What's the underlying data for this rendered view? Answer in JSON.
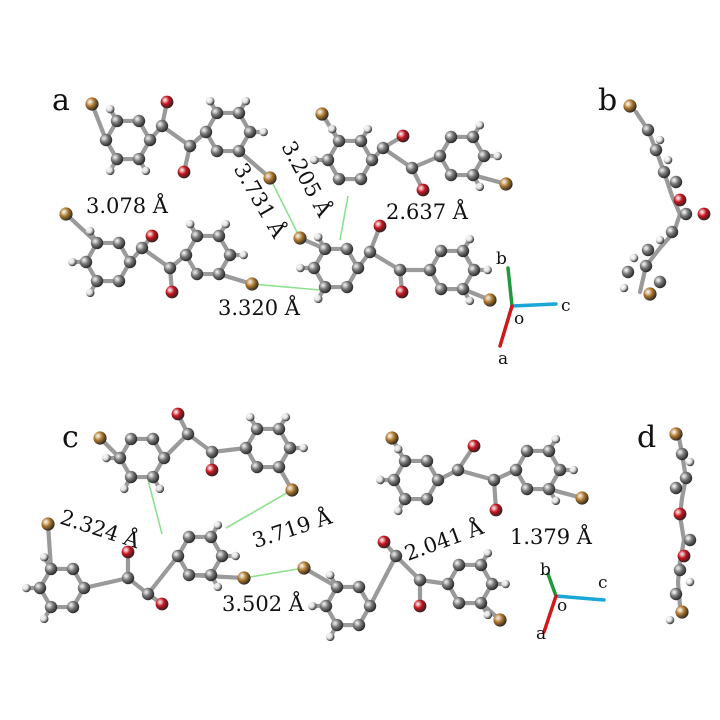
{
  "panels": {
    "a": "a",
    "b": "b",
    "c": "c",
    "d": "d"
  },
  "panel_a": {
    "distances": [
      "3.078 Å",
      "3.731 Å",
      "3.205 Å",
      "2.637 Å",
      "3.320 Å"
    ],
    "axes": {
      "b": "b",
      "c": "c",
      "o": "o",
      "a": "a"
    }
  },
  "panel_c": {
    "distances": [
      "2.324 Å",
      "3.719 Å",
      "2.041 Å",
      "1.379 Å",
      "3.502 Å"
    ],
    "axes": {
      "b": "b",
      "c": "c",
      "o": "o",
      "a": "a"
    }
  },
  "colors": {
    "carbon": "#7a7a7a",
    "hydrogen": "#e4e4e4",
    "oxygen": "#c8141e",
    "bromine": "#b07a2e",
    "contact": "#8fe08f",
    "axis_a": "#d01818",
    "axis_b": "#1e9a3a",
    "axis_c": "#1aa7d8"
  }
}
